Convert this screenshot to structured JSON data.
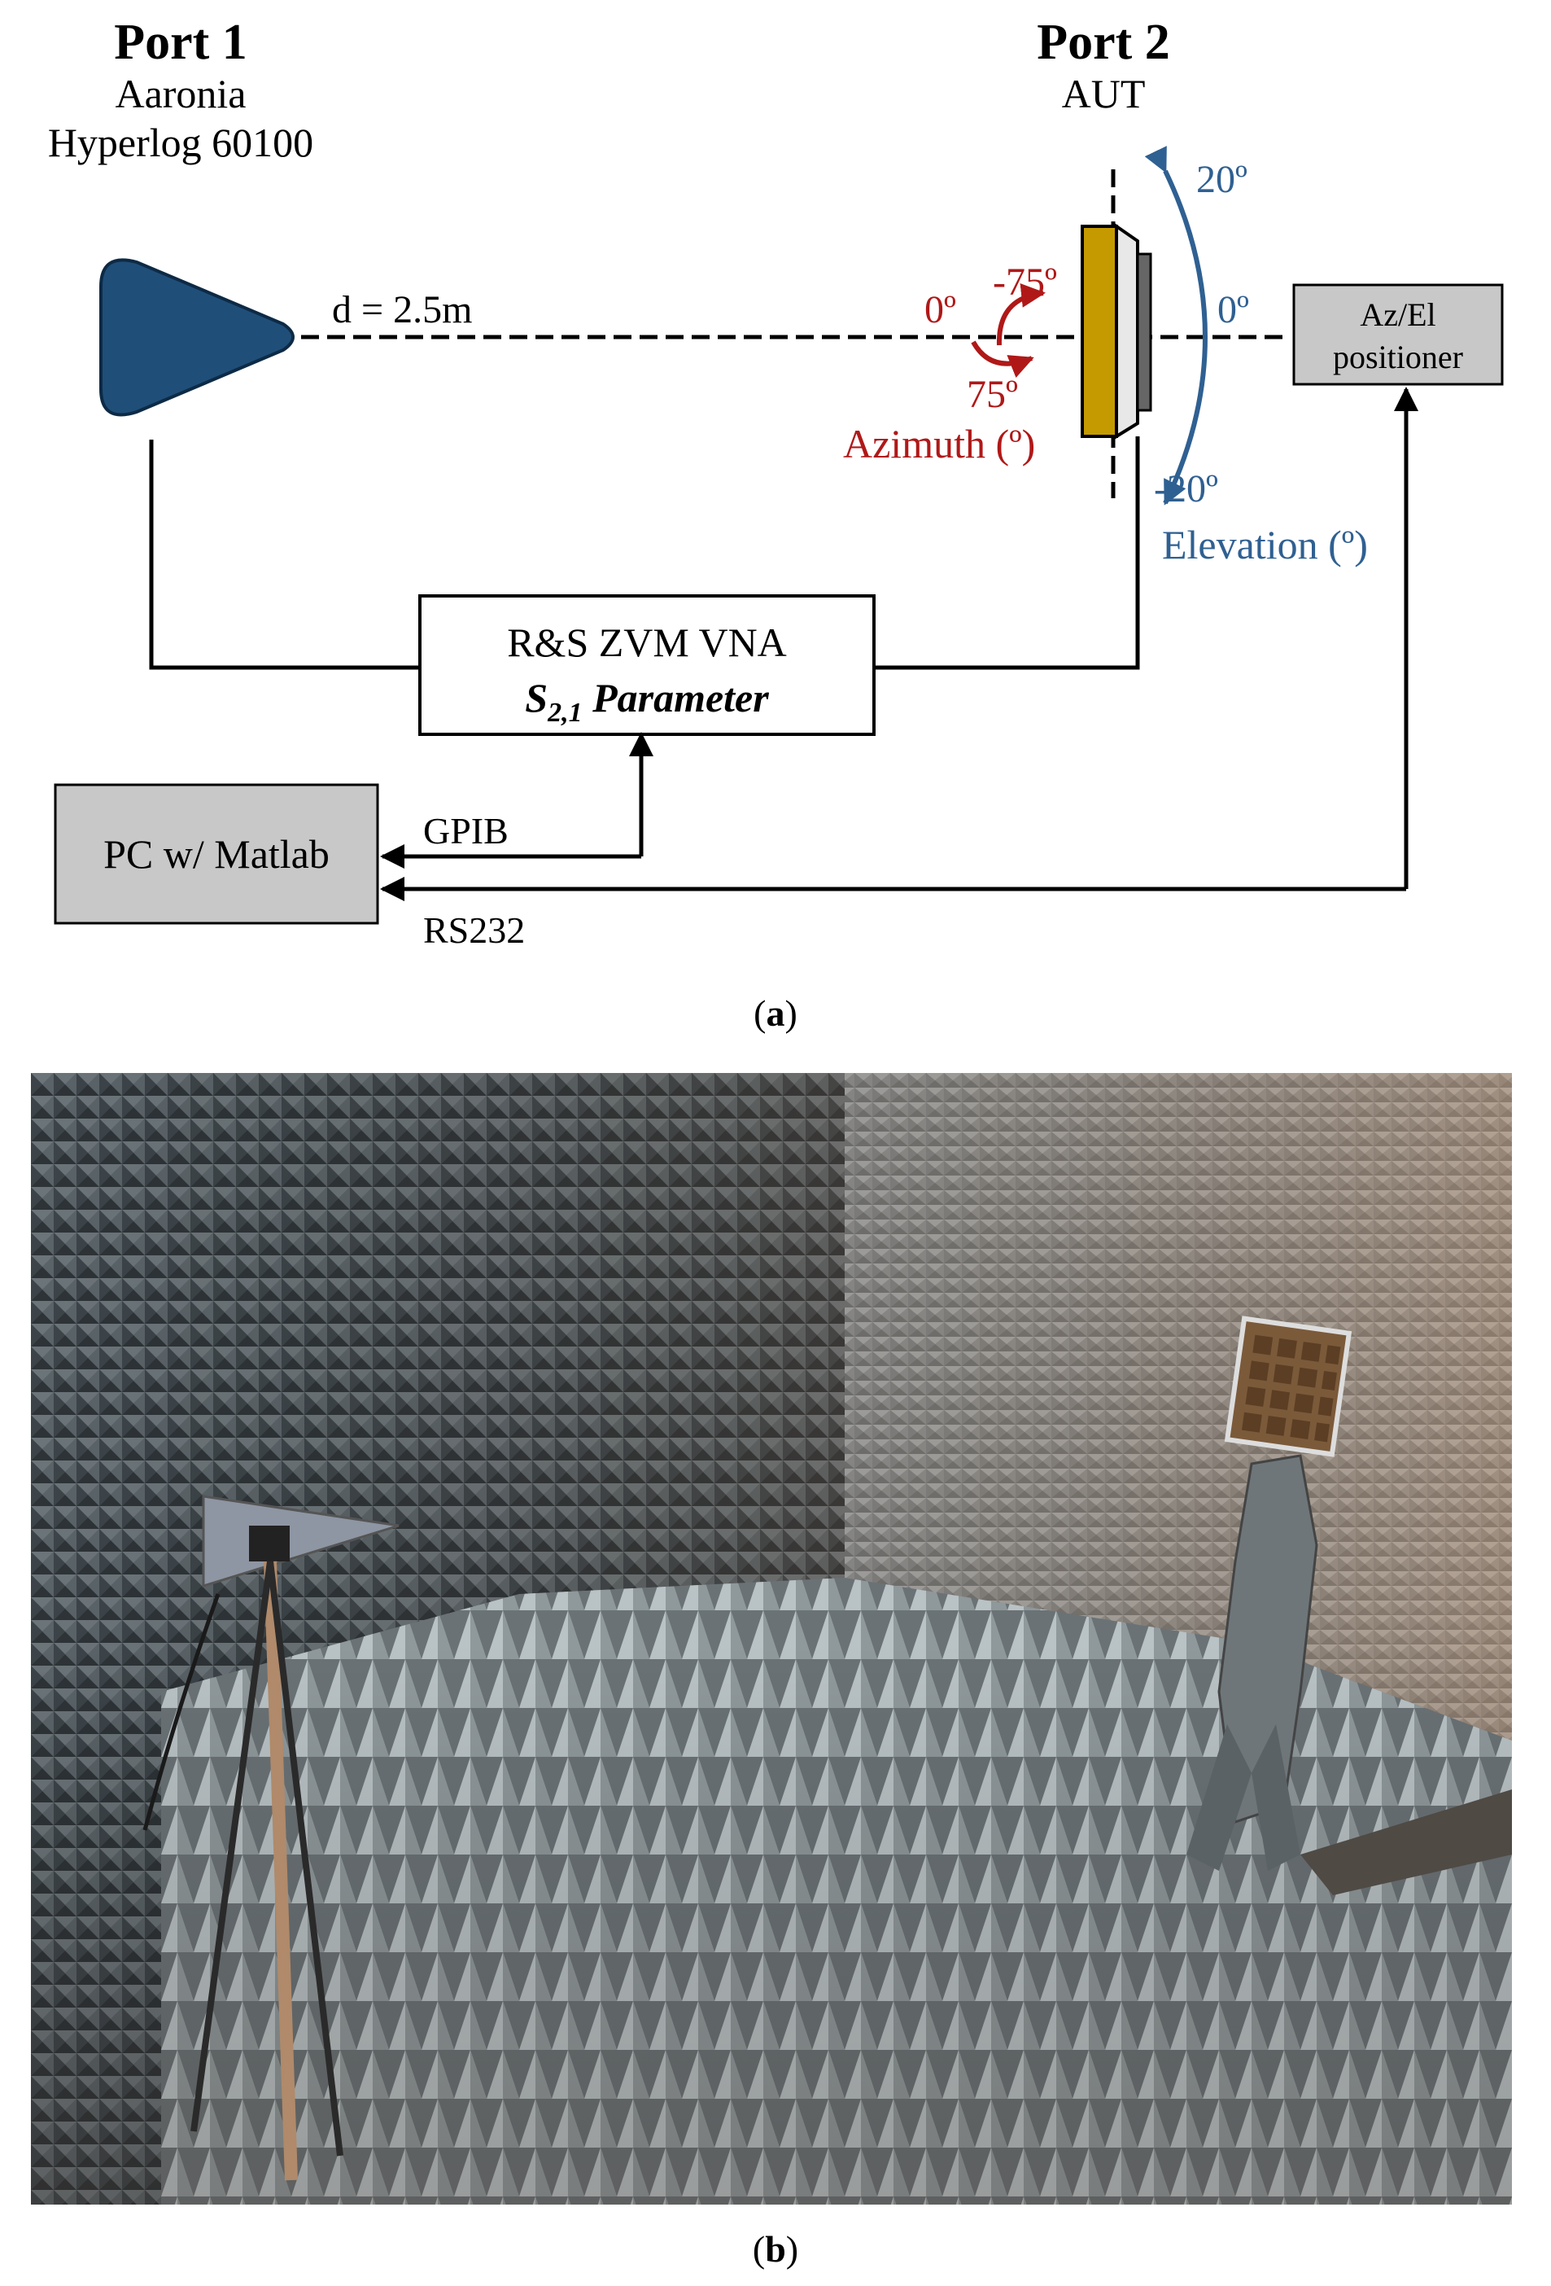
{
  "diagram": {
    "port1": {
      "title": "Port 1",
      "line1": "Aaronia",
      "line2": "Hyperlog 60100"
    },
    "port2": {
      "title": "Port 2",
      "subtitle": "AUT"
    },
    "distance_label": "d = 2.5m",
    "azimuth": {
      "zero": "0º",
      "neg": "-75º",
      "pos": "75º",
      "label": "Azimuth (º)"
    },
    "elevation": {
      "top": "20º",
      "zero": "0º",
      "bottom": "-20º",
      "label": "Elevation (º)"
    },
    "positioner": {
      "line1": "Az/El",
      "line2": "positioner"
    },
    "vna": {
      "line1": "R&S ZVM VNA",
      "param_main": "S",
      "param_sub": "2,1",
      "param_rest": " Parameter"
    },
    "pc": {
      "label": "PC w/ Matlab"
    },
    "gpib_label": "GPIB",
    "rs232_label": "RS232",
    "colors": {
      "antenna": "#1f4e79",
      "aut": "#c49a00",
      "azimuth": "#b01818",
      "elevation": "#2f6092",
      "box_fill": "#c8c8c8"
    }
  },
  "captions": {
    "a": "a",
    "b": "b"
  },
  "photo": {
    "description_icon": "anechoic-chamber-photo"
  }
}
